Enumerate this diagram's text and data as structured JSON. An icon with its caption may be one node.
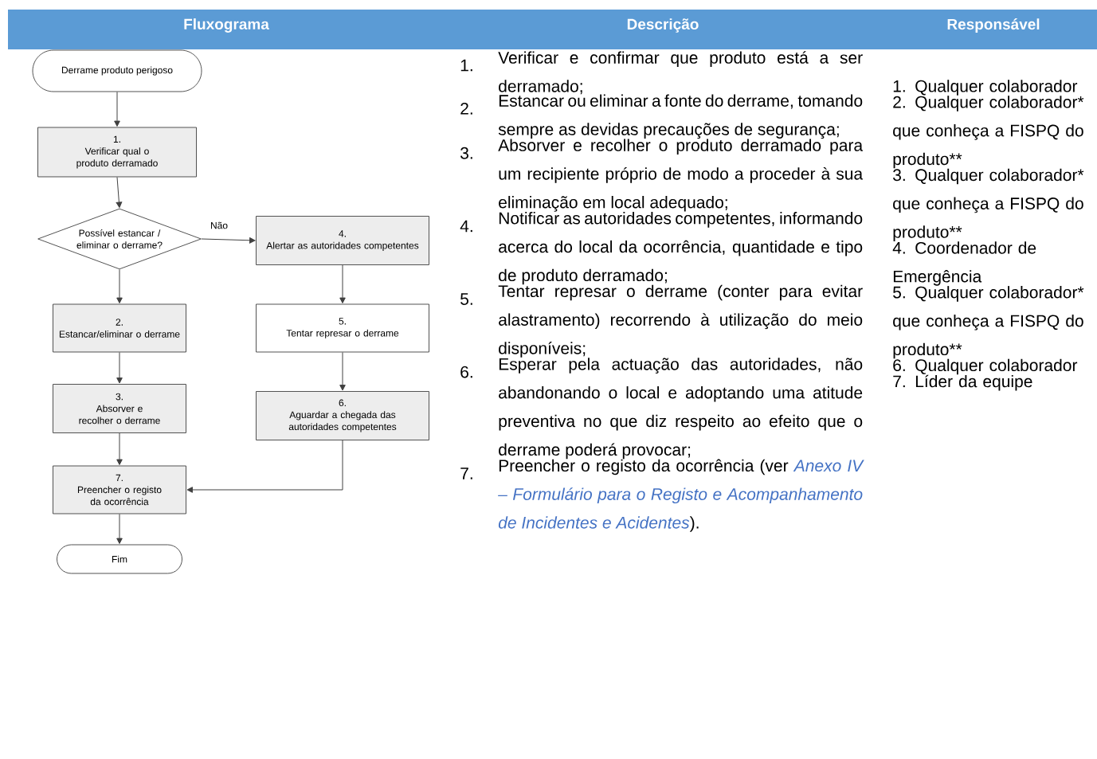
{
  "diagram": {
    "nodes": [
      {
        "text": [
          "Derrame produto perigoso"
        ]
      },
      {
        "text": [
          "1.",
          "Verificar qual o produto derramado"
        ]
      },
      {
        "text": [
          "Possível estancar / eliminar o derrame?"
        ]
      },
      {
        "text": [
          "4.",
          "Alertar as autoridades competentes"
        ]
      },
      {
        "text": [
          "2.",
          "Estancar/eliminar o derrame"
        ]
      },
      {
        "text": [
          "5.",
          "Tentar represar o derrame"
        ]
      },
      {
        "text": [
          "3.",
          "Absorver e recolher o derrame"
        ]
      },
      {
        "text": [
          "6.",
          "Aguardar a chegada das autoridades competentes"
        ]
      },
      {
        "text": [
          "7.",
          "Preencher o registo da ocorrência"
        ]
      },
      {
        "text": [
          "Fim"
        ]
      }
    ],
    "edges": [
      {
        "from": 0,
        "to": 1,
        "arrow": "to"
      },
      {
        "from": 1,
        "to": 2,
        "arrow": "to"
      },
      {
        "from": 2,
        "to": 3,
        "arrow": "to",
        "label": "Não"
      },
      {
        "from": 2,
        "to": 4,
        "arrow": "to"
      },
      {
        "from": 3,
        "to": 5,
        "arrow": "to"
      },
      {
        "from": 4,
        "to": 6,
        "arrow": "to"
      },
      {
        "from": 5,
        "to": 7,
        "arrow": "to"
      },
      {
        "from": 6,
        "to": 8,
        "arrow": "to"
      },
      {
        "from": 7,
        "to": 8,
        "arrow": "to"
      },
      {
        "from": 8,
        "to": 9,
        "arrow": "to"
      }
    ],
    "labels": [
      "Fluxograma",
      "Descrição",
      "Responsável",
      "1.",
      "Verificar e confirmar que produto está a ser derramado;",
      "2.",
      "Estancar ou eliminar a fonte do derrame, tomando sempre as devidas precauções de segurança;",
      "3.",
      "Absorver e recolher o produto derramado para um recipiente próprio de modo a proceder à sua eliminação em local adequado;",
      "4.",
      "Notificar as autoridades competentes, informando acerca do local da ocorrência, quantidade e tipo de produto derramado;",
      "5.",
      "Tentar represar o derrame (conter para evitar alastramento) recorrendo à utilização do meio disponíveis;",
      "6.",
      "Esperar pela actuação das autoridades, não abandonando o local e adoptando uma atitude preventiva no que diz respeito ao efeito que o derrame poderá provocar;",
      "7.",
      "Preencher o registo da ocorrência (ver *Anexo IV – Formulário para o Registo e Acompanhamento de Incidentes e Acidentes*).",
      "1. Qualquer colaborador",
      "2. Qualquer colaborador* que conheça a FISPQ do produto**",
      "3. Qualquer colaborador* que conheça a FISPQ do produto**",
      "4. Coordenador de Emergência",
      "5. Qualquer colaborador* que conheça a FISPQ do produto**",
      "6. Qualquer colaborador",
      "7. Líder da equipe"
    ]
  }
}
